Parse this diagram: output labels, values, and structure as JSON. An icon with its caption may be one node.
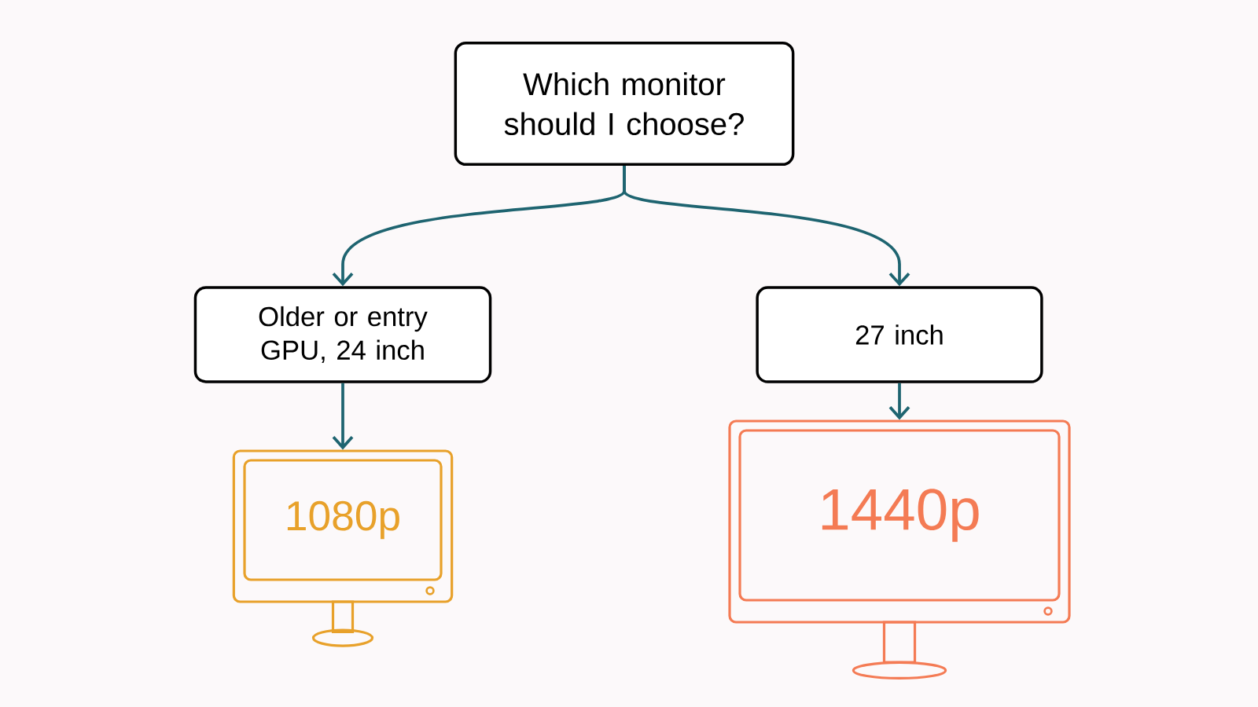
{
  "diagram": {
    "nodes": [
      {
        "text": [
          "Which monitor should I choose?"
        ]
      },
      {
        "text": [
          "Older or entry GPU, 24 inch"
        ]
      },
      {
        "text": [
          "27 inch"
        ]
      },
      {
        "text": [
          "1080p"
        ]
      },
      {
        "text": [
          "1440p"
        ]
      }
    ],
    "edges": [
      {
        "from": 0,
        "to": 1,
        "arrow": "to"
      },
      {
        "from": 0,
        "to": 2,
        "arrow": "to"
      },
      {
        "from": 1,
        "to": 3,
        "arrow": "to"
      },
      {
        "from": 2,
        "to": 4,
        "arrow": "to"
      }
    ]
  }
}
